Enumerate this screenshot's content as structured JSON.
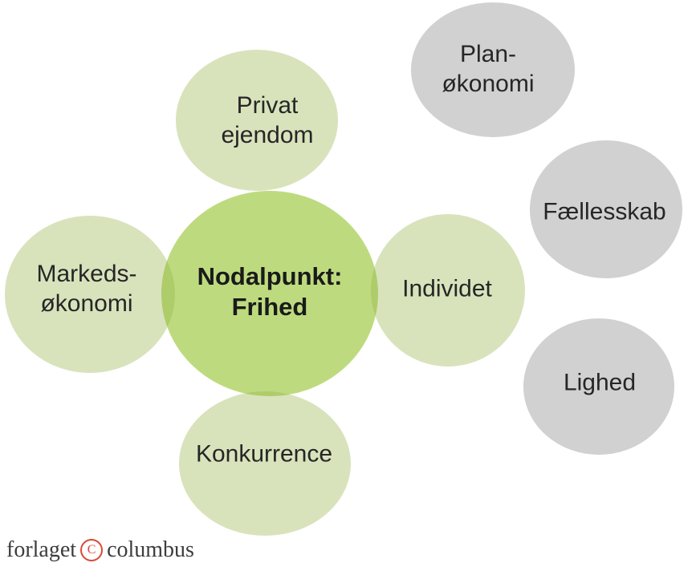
{
  "diagram": {
    "center": {
      "line1": "Nodalpunkt:",
      "line2": "Frihed"
    },
    "green_nodes": [
      {
        "line1": "Privat",
        "line2": "ejendom"
      },
      {
        "line1": "Markeds-",
        "line2": "økonomi"
      },
      {
        "line1": "Individet"
      },
      {
        "line1": "Konkurrence"
      }
    ],
    "gray_nodes": [
      {
        "line1": "Plan-",
        "line2": "økonomi"
      },
      {
        "line1": "Fællesskab"
      },
      {
        "line1": "Lighed"
      }
    ]
  },
  "colors": {
    "center_fill": "#bddb7e",
    "satellite_fill": "rgba(148,178,70,0.36)",
    "gray_fill": "#d1d1d1",
    "label_text": "#262626",
    "center_text": "#1a1a1a",
    "footer_text": "#3d3d3d",
    "copyright_red": "#d84b35"
  },
  "footer": {
    "left_word": "forlaget",
    "copyright_symbol": "C",
    "right_word": "columbus"
  }
}
